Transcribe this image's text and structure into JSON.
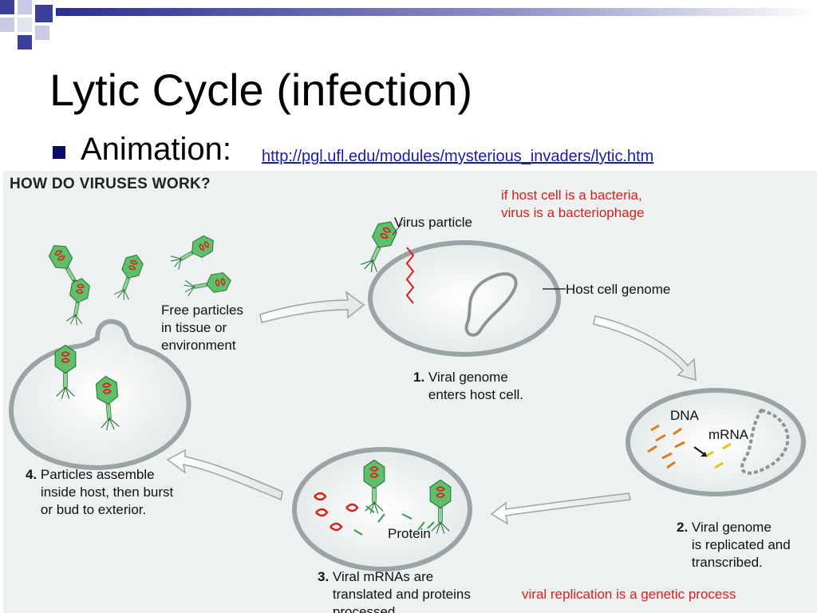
{
  "slide": {
    "title": "Lytic Cycle (infection)",
    "bullet": {
      "label": "Animation:",
      "link_text": "http://pgl.ufl.edu/modules/mysterious_invaders/lytic.htm"
    }
  },
  "figure": {
    "heading": "HOW DO VIRUSES WORK?",
    "labels": {
      "virus_particle": "Virus particle",
      "host_cell_genome": "Host cell genome",
      "free_particles": "Free particles\nin tissue or\nenvironment",
      "dna": "DNA",
      "mrna": "mRNA",
      "protein": "Protein"
    },
    "steps": [
      {
        "number": "1.",
        "text": "Viral genome\nenters host cell."
      },
      {
        "number": "2.",
        "text": "Viral genome\nis replicated and\ntranscribed."
      },
      {
        "number": "3.",
        "text": "Viral mRNAs are\ntranslated and proteins\nprocessed"
      },
      {
        "number": "4.",
        "text": "Particles assemble\ninside host, then burst\nor bud to exterior."
      }
    ],
    "annotations": {
      "bacteria_note": "if host cell is a bacteria,\nvirus is a bacteriophage",
      "genetic_note": "viral replication is a genetic process"
    }
  },
  "colors": {
    "bullet": "#0b0b6e",
    "link": "#1a1ab0",
    "annotation_red": "#d8201b",
    "virus_green": "#5fbf6a",
    "cell_fill": "#e9eeee"
  },
  "icons": [
    "bullet-square-icon",
    "virus-icon",
    "arrow-icon"
  ]
}
